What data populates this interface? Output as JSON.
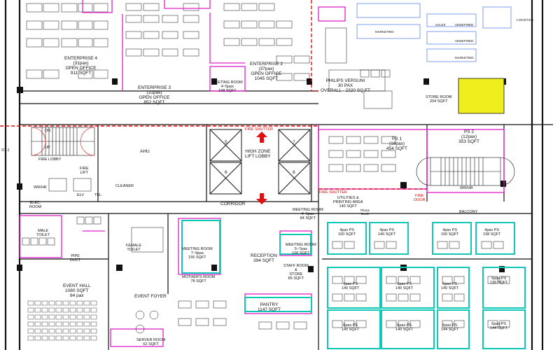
{
  "rooms": {
    "enterprise4": "ENTERPRISE 4\n(31pax)\nOPEN OFFICE\n911 SQFT",
    "enterprise3": "ENTERPRISE 3\n(31pax)\nOPEN OFFICE\n852 SQFT",
    "enterprise2": "ENTERPRISE 2\n(37pax)\nOPEN OFFICE\n1045 SQFT",
    "meeting_room_top": "MEETING ROOM\n4~5pax\n108 SQFT",
    "philips": "PHILIPS VERSUNI\n30 PAX\nOVERALL - 2320 SQ FT",
    "store_room": "STORE ROOM\n204 SQFT",
    "ps1": "PS 1\n(16pax)\n454 SQFT",
    "ps2": "PS 2\n(12pax)\n353 SQFT",
    "high_zone": "HIGH ZONE\nLIFT LOBBY",
    "ahu": "AHU",
    "fire_lobby": "FIRE LOBBY",
    "fire_lift": "FIRE\nLIFT",
    "cleaner": "CLEANER",
    "elv": "ELV",
    "tel": "TEL",
    "elec": "ELEC.\nROOM",
    "wr_hr_left": "WR/HR",
    "wr_hr_right": "WR/HR",
    "corridor": "CORRIDOR",
    "utilities": "UTILITIES &\nPRINTING AREA\n140 SQFT",
    "balcony": "BALCONY",
    "fire_door": "FIRE\nDOOR",
    "fire_shutter_top": "FIRE SHUTTER",
    "fire_shutter_mid": "FIRE SHUTTER",
    "male_toilet": "MALE\nTOILET",
    "female_toilet": "FEMALE\nTOILET",
    "pipe_duct": "PIPE\nDUCT",
    "event_hall": "EVENT HALL\n1080 SQFT\n84 pax",
    "event_foyer": "EVENT FOYER",
    "server_room": "SERVER ROOM\n62 SQFT",
    "meeting_room_mid": "MEETING ROOM\n7~9pax\n155 SQFT",
    "mothers_room": "MOTHER'S ROOM\n78 SQFT",
    "reception": "RECEPTION\n394 SQFT",
    "meeting_room_right": "MEETING ROOM\n5~7pax\n106 SQFT",
    "staff_room": "STAFF ROOM\n&\nSTORE\n85 SQFT",
    "pantry": "PANTRY\n1147 SQFT",
    "meeting_room_small": "MEETING ROOM\n4~5pax\n84 SQFT",
    "phone_booth": "Phone\nBooth",
    "lift5": "5",
    "lift6": "6",
    "lift7": "7",
    "lift8": "8",
    "st1": "ST-1",
    "dn": "DN",
    "up": "UP",
    "fire_door_label": "FIRE DOOR",
    "ps_4pax_100": "4pax PS\n100 SQFT",
    "ps_4pax_140": "4pax PS\n140 SQFT",
    "ps_4pax_138": "4pax PS\n138 SQFT",
    "ps_6pax_140": "6pax PS\n140 SQFT",
    "ps_6pax_136": "6pax PS\n136 SQFT",
    "ps_6pax_144": "6pax PS\n144 SQFT",
    "logistics": "LOGISTICS",
    "sales": "SALES",
    "undefined": "UNDEFINED",
    "marketing": "MARKETING",
    "balcony_right": "BALCONY",
    "accent_yellow": "#f0ee1c",
    "accent_magenta": "#e020c8",
    "accent_teal": "#10c8b8",
    "accent_red": "#e01010",
    "accent_blue": "#3060e8"
  }
}
